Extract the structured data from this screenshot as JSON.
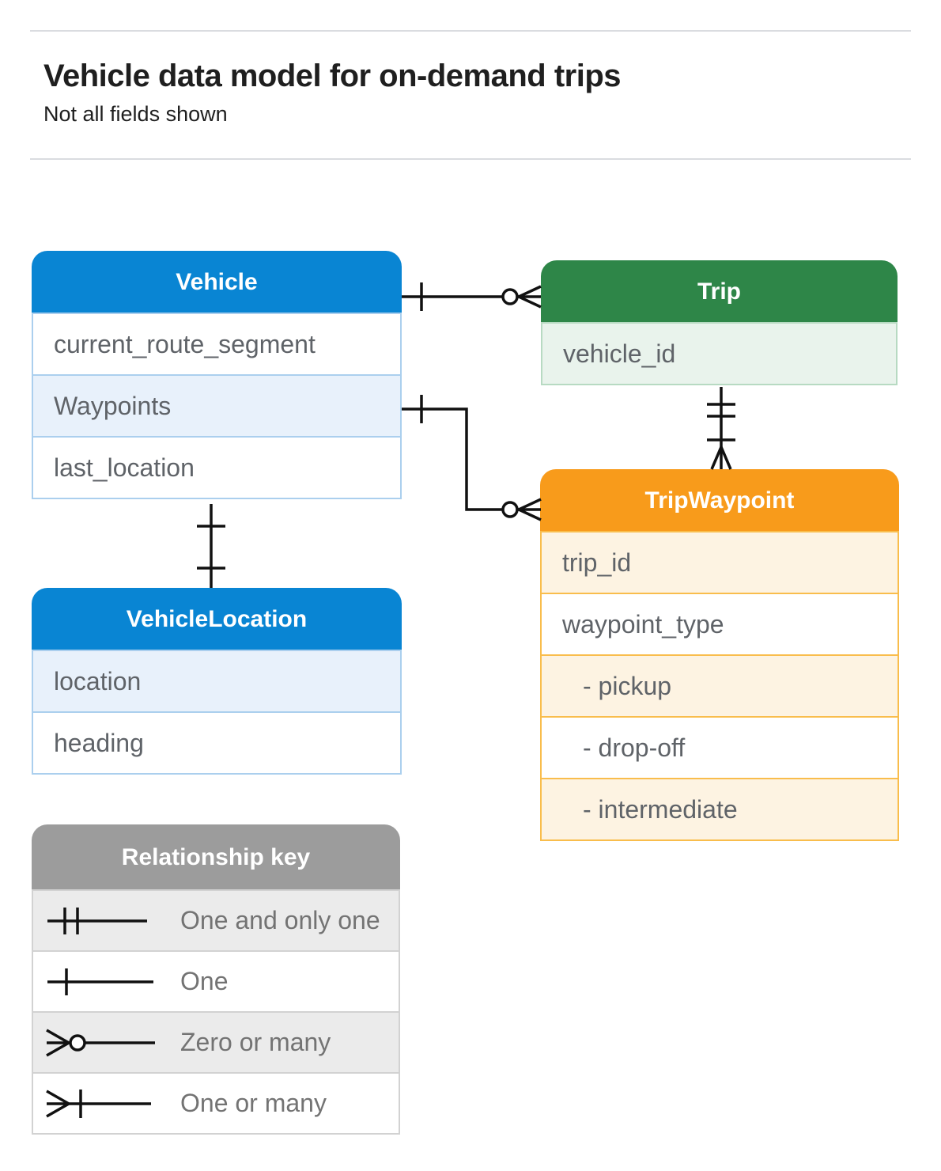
{
  "page": {
    "title": "Vehicle data model for on-demand trips",
    "subtitle": "Not all fields shown"
  },
  "tables": {
    "vehicle": {
      "title": "Vehicle",
      "rows": [
        {
          "label": "current_route_segment"
        },
        {
          "label": "Waypoints"
        },
        {
          "label": "last_location"
        }
      ]
    },
    "trip": {
      "title": "Trip",
      "rows": [
        {
          "label": "vehicle_id"
        }
      ]
    },
    "trip_waypoint": {
      "title": "TripWaypoint",
      "rows": [
        {
          "label": "trip_id"
        },
        {
          "label": "waypoint_type"
        },
        {
          "label": "- pickup",
          "indent": true
        },
        {
          "label": "- drop-off",
          "indent": true
        },
        {
          "label": "- intermediate",
          "indent": true
        }
      ]
    },
    "vehicle_location": {
      "title": "VehicleLocation",
      "rows": [
        {
          "label": "location"
        },
        {
          "label": "heading"
        }
      ]
    }
  },
  "legend": {
    "title": "Relationship key",
    "items": [
      {
        "icon": "one-and-only-one-symbol",
        "label": "One and only one"
      },
      {
        "icon": "one-symbol",
        "label": "One"
      },
      {
        "icon": "zero-or-many-symbol",
        "label": "Zero or many"
      },
      {
        "icon": "one-or-many-symbol",
        "label": "One or many"
      }
    ]
  },
  "relationships": [
    {
      "from": "Vehicle",
      "to": "Trip",
      "from_cardinality": "one",
      "to_cardinality": "zero-or-many"
    },
    {
      "from": "Vehicle.Waypoints",
      "to": "TripWaypoint",
      "from_cardinality": "one",
      "to_cardinality": "zero-or-many"
    },
    {
      "from": "Trip",
      "to": "TripWaypoint",
      "from_cardinality": "one-and-only-one",
      "to_cardinality": "one-or-many"
    },
    {
      "from": "Vehicle",
      "to": "VehicleLocation",
      "from_cardinality": "one",
      "to_cardinality": "one"
    }
  ],
  "colors": {
    "blue": "#0985d3",
    "blue_row": "#e8f1fb",
    "blue_border": "#abcfee",
    "green": "#2e8648",
    "green_row": "#e9f3ec",
    "green_border": "#b7dac2",
    "orange": "#f89b1b",
    "orange_row": "#fdf3e2",
    "orange_border": "#f9bd4c",
    "gray": "#9c9c9c",
    "gray_row": "#ebebeb",
    "gray_border": "#d2d2d2",
    "line": "#111111",
    "row_text": "#5f6368",
    "legend_text": "#737373"
  }
}
